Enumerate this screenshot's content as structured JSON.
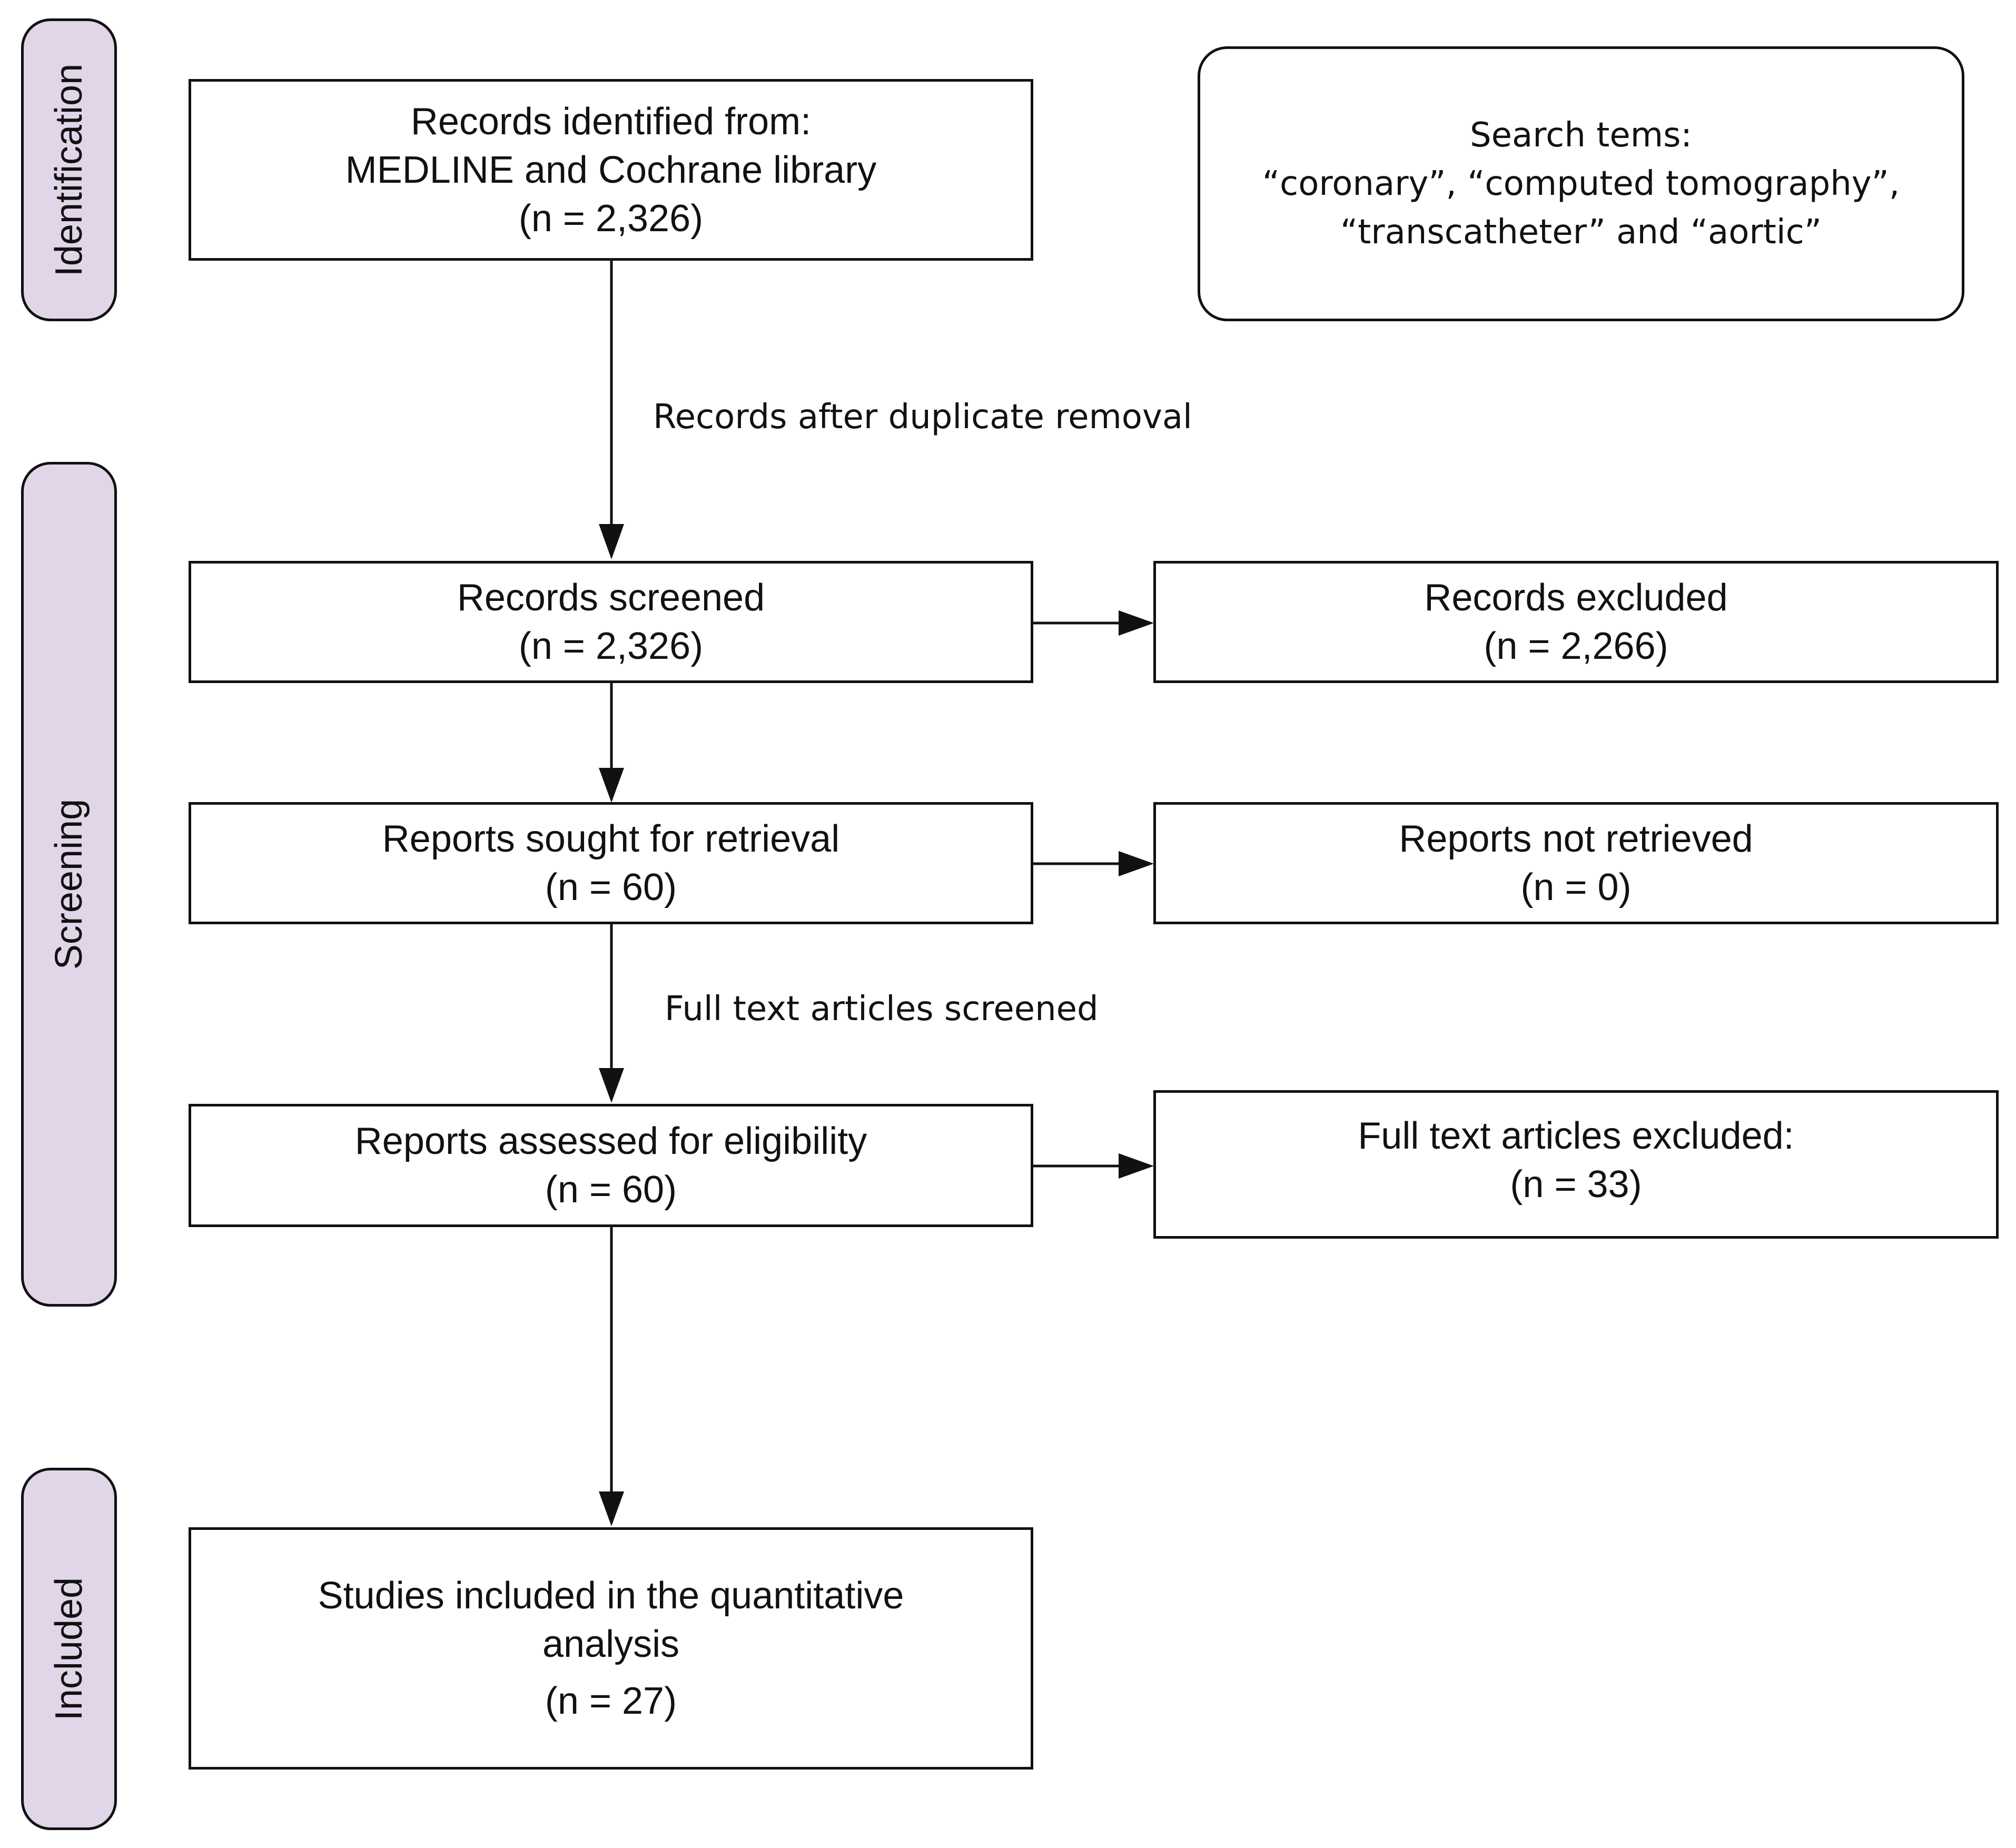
{
  "phases": {
    "identification": "Identification",
    "screening": "Screening",
    "included": "Included"
  },
  "boxes": {
    "records_identified": {
      "line1": "Records identified from:",
      "line2": "MEDLINE and Cochrane library",
      "count": "(n = 2,326)"
    },
    "search_terms": {
      "line1": "Search tems:",
      "line2": "“coronary”, “computed tomography”,",
      "line3": "“transcatheter” and “aortic”"
    },
    "records_screened": {
      "label": "Records screened",
      "count": "(n = 2,326)"
    },
    "records_excluded": {
      "label": "Records excluded",
      "count": "(n = 2,266)"
    },
    "reports_sought": {
      "label": "Reports sought for retrieval",
      "count": "(n = 60)"
    },
    "reports_not_retrieved": {
      "label": "Reports not retrieved",
      "count": "(n = 0)"
    },
    "reports_assessed": {
      "label": "Reports assessed for eligibility",
      "count": "(n = 60)"
    },
    "full_text_excluded": {
      "label": "Full text articles excluded:",
      "count": "(n = 33)"
    },
    "studies_included": {
      "line1": "Studies included in the quantitative",
      "line2": "analysis",
      "count": "(n = 27)"
    }
  },
  "flow_labels": {
    "duplicate_removal": "Records after duplicate removal",
    "full_text_screened": "Full text articles screened"
  },
  "colors": {
    "phase_fill": "#e1d5e8",
    "stroke": "#111111",
    "background": "#ffffff"
  }
}
